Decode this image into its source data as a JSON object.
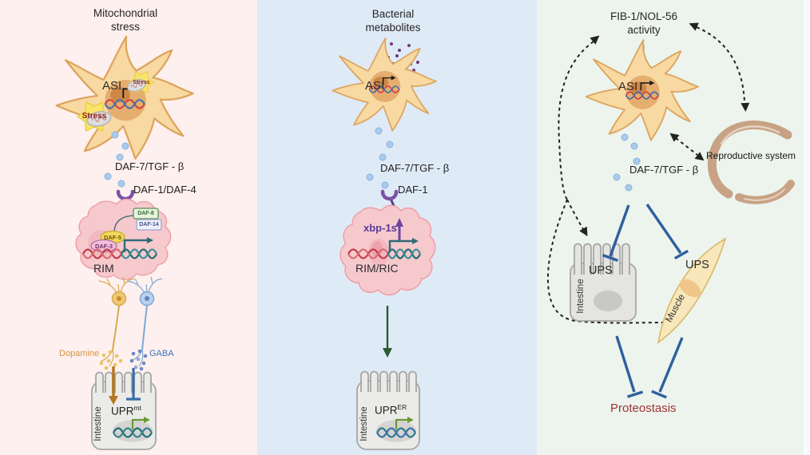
{
  "colors": {
    "panel1_bg": "#fdf0ee",
    "panel2_bg": "#dfeaf7",
    "panel3_bg": "#ecf4ed",
    "inhibition_blue": "#2e5f9e",
    "dopamine_orange": "#d8943f",
    "gaba_blue": "#4273b8",
    "xbp_purple": "#5b3a9b",
    "proteostasis_red": "#a13333",
    "stress_red": "#8b1a1a"
  },
  "icons": {
    "asi-neuron-icon": "star-shaped neuron cell",
    "stress-badge": "mitochondrion with yellow starburst",
    "receptor-icon": "purple U receptor",
    "dna-helix-icon": "double helix with transcription arrow",
    "intestine-icon": "gray cell with brush-border villi",
    "muscle-icon": "yellow spindle cell",
    "reproductive-system-icon": "C-shaped gonad",
    "inhibition-bar-icon": "blunt T arrow",
    "dashed-feedback-arrow": "dashed curved arrow"
  },
  "panel1": {
    "title": "Mitochondrial stress",
    "asi": "ASI",
    "stress_top": "Stress",
    "stress_left": "Stress",
    "ligand": "DAF-7/TGF - β",
    "receptor": "DAF-1/DAF-4",
    "daf8": "DAF-8",
    "daf14": "DAF-14",
    "daf5": "DAF-5",
    "daf3": "DAF-3",
    "cell": "RIM",
    "dopamine": "Dopamine",
    "gaba": "GABA",
    "intestine": "Intestine",
    "upr": "UPR",
    "upr_sup": "mt"
  },
  "panel2": {
    "title": "Bacterial metabolites",
    "asi": "ASI",
    "ligand": "DAF-7/TGF - β",
    "receptor": "DAF-1",
    "xbp1s": "xbp-1s",
    "cell": "RIM/RIC",
    "intestine": "Intestine",
    "upr": "UPR",
    "upr_sup": "ER"
  },
  "panel3": {
    "title": "FIB-1/NOL-56 activity",
    "asi": "ASI",
    "ligand": "DAF-7/TGF - β",
    "reproductive": "Reproductive system",
    "intestine": "Intestine",
    "intestine_ups": "UPS",
    "muscle": "Muscle",
    "muscle_ups": "UPS",
    "proteostasis": "Proteostasis"
  }
}
